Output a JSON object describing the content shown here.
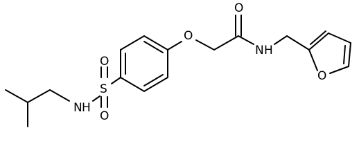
{
  "atoms": {
    "ether_oxygen": "O",
    "carbonyl_oxygen": "O",
    "amide_nitrogen": "N",
    "amide_hydrogen": "H",
    "furan_oxygen": "O",
    "sulfur": "S",
    "sulfonyl_oxygen_top": "O",
    "sulfonyl_oxygen_bottom": "O",
    "sulfonamide_nitrogen": "N",
    "sulfonamide_hydrogen": "H"
  },
  "colors": {
    "bond": "#000000",
    "label": "#000000",
    "background": "#ffffff"
  }
}
